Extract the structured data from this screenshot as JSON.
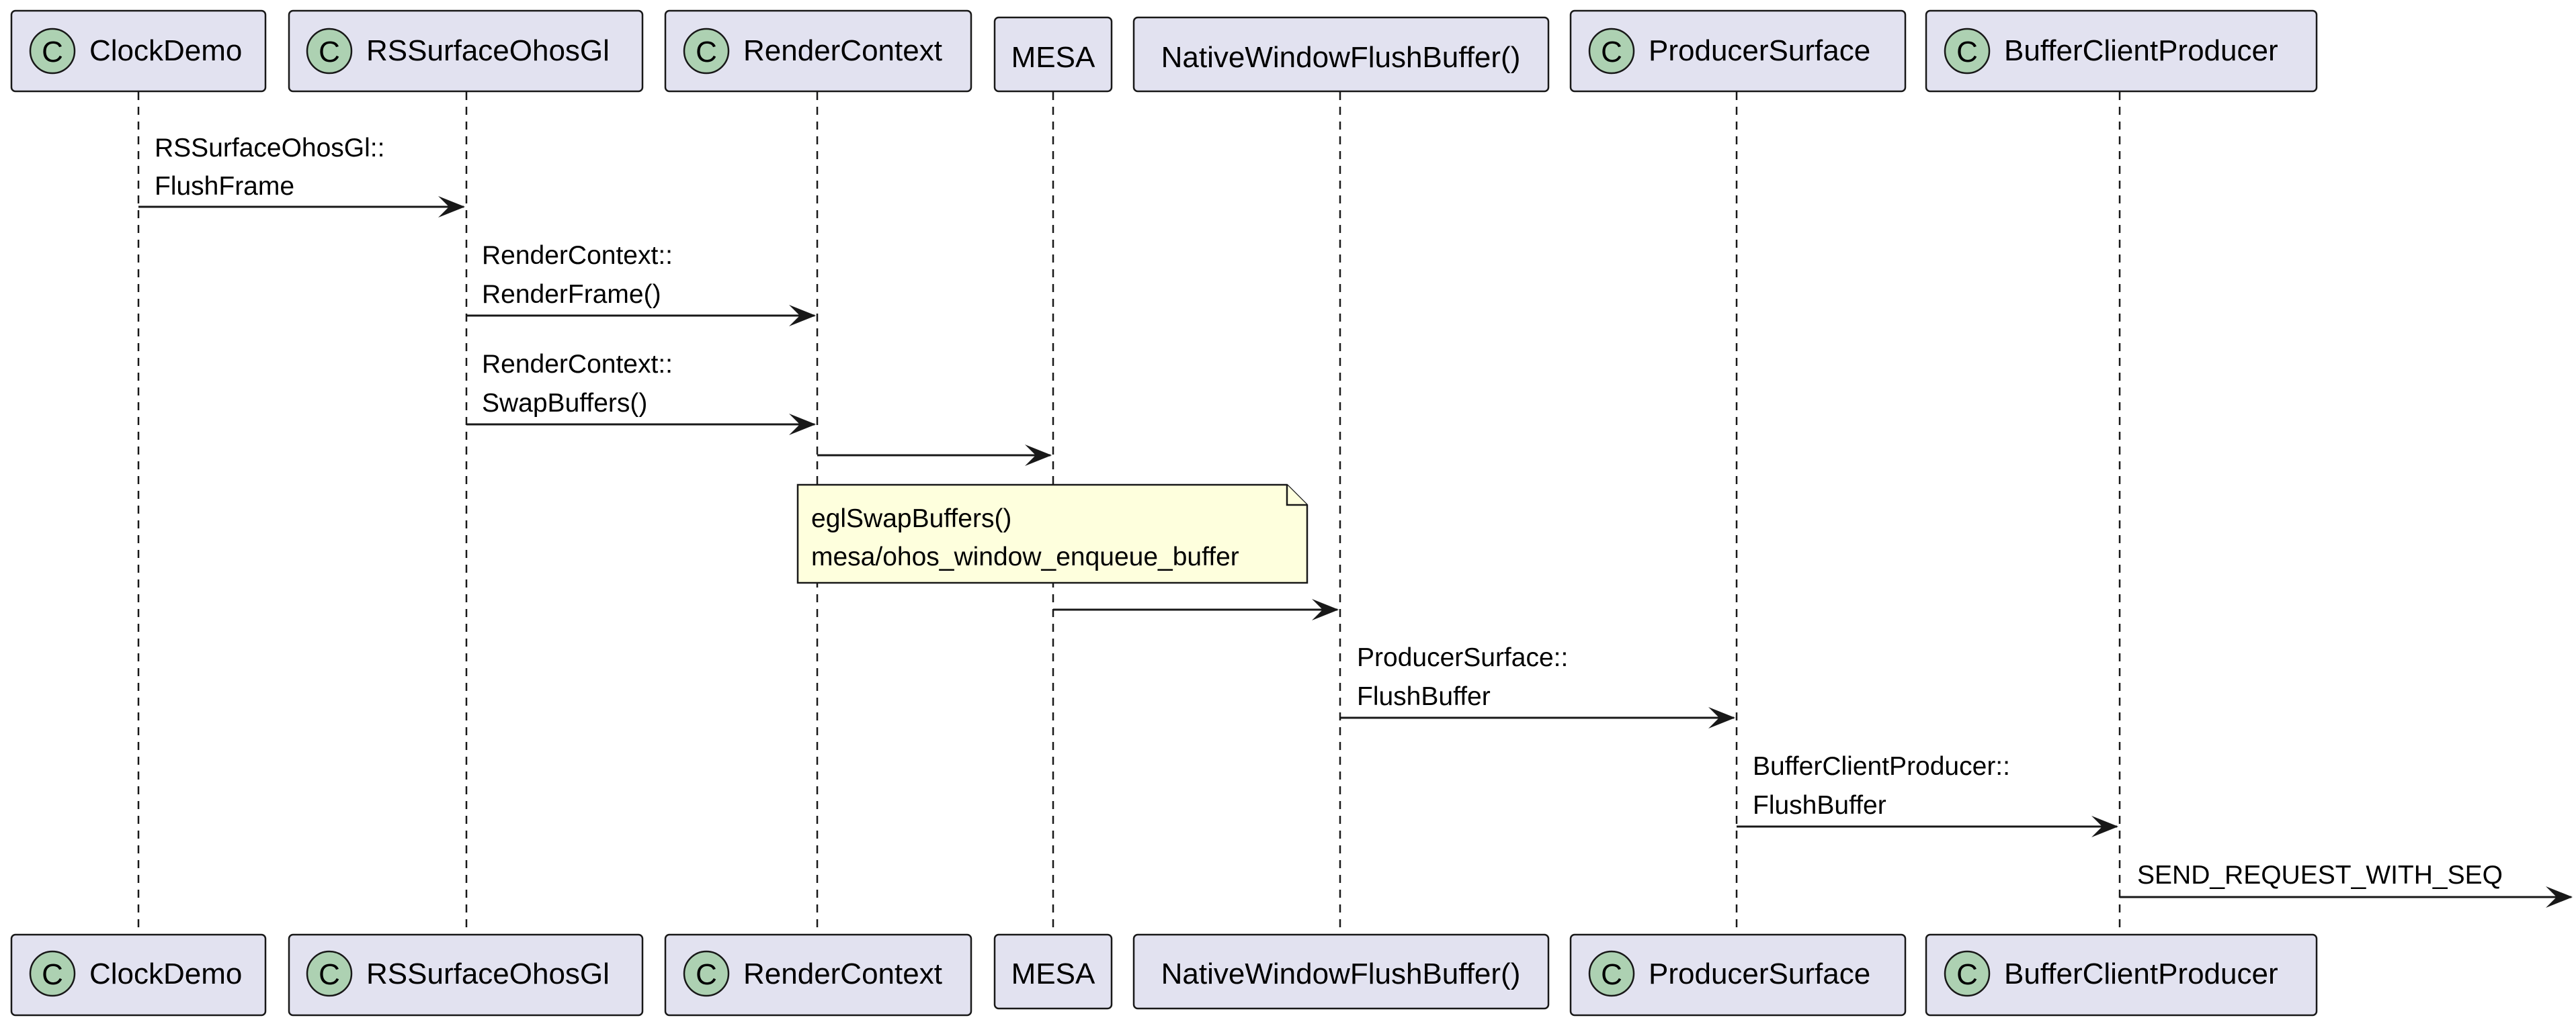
{
  "participants": [
    {
      "id": "p0",
      "label": "ClockDemo",
      "class_marker": "C"
    },
    {
      "id": "p1",
      "label": "RSSurfaceOhosGl",
      "class_marker": "C"
    },
    {
      "id": "p2",
      "label": "RenderContext",
      "class_marker": "C"
    },
    {
      "id": "p3",
      "label": "MESA",
      "class_marker": ""
    },
    {
      "id": "p4",
      "label": "NativeWindowFlushBuffer()",
      "class_marker": ""
    },
    {
      "id": "p5",
      "label": "ProducerSurface",
      "class_marker": "C"
    },
    {
      "id": "p6",
      "label": "BufferClientProducer",
      "class_marker": "C"
    }
  ],
  "messages": [
    {
      "from": "ClockDemo",
      "to": "RSSurfaceOhosGl",
      "lines": [
        "RSSurfaceOhosGl::",
        "FlushFrame"
      ]
    },
    {
      "from": "RSSurfaceOhosGl",
      "to": "RenderContext",
      "lines": [
        "RenderContext::",
        "RenderFrame()"
      ]
    },
    {
      "from": "RSSurfaceOhosGl",
      "to": "RenderContext",
      "lines": [
        "RenderContext::",
        "SwapBuffers()"
      ]
    },
    {
      "from": "RenderContext",
      "to": "MESA",
      "lines": []
    },
    {
      "from": "MESA",
      "to": "NativeWindowFlushBuffer()",
      "lines": []
    },
    {
      "from": "NativeWindowFlushBuffer()",
      "to": "ProducerSurface",
      "lines": [
        "ProducerSurface::",
        "FlushBuffer"
      ]
    },
    {
      "from": "ProducerSurface",
      "to": "BufferClientProducer",
      "lines": [
        "BufferClientProducer::",
        "FlushBuffer"
      ]
    },
    {
      "from": "BufferClientProducer",
      "to": "",
      "lines": [
        "SEND_REQUEST_WITH_SEQ"
      ]
    }
  ],
  "note": {
    "lines": [
      "eglSwapBuffers()",
      "mesa/ohos_window_enqueue_buffer"
    ]
  }
}
